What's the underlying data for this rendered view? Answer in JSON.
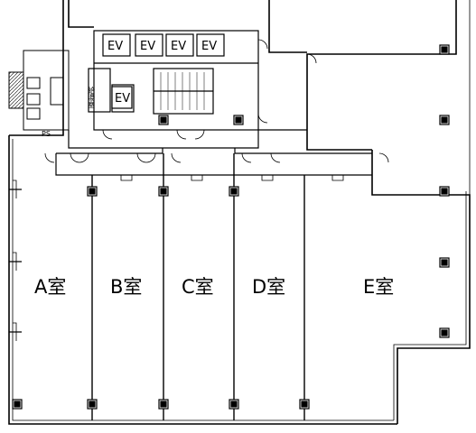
{
  "floor_plan": {
    "rooms": [
      {
        "id": "a",
        "label": "A室"
      },
      {
        "id": "b",
        "label": "B室"
      },
      {
        "id": "c",
        "label": "C室"
      },
      {
        "id": "d",
        "label": "D室"
      },
      {
        "id": "e",
        "label": "E室"
      }
    ],
    "elevators": [
      "EV",
      "EV",
      "EV",
      "EV"
    ],
    "service_elevator": "EV",
    "shaft": "PS",
    "utility_label": "給湯室"
  }
}
